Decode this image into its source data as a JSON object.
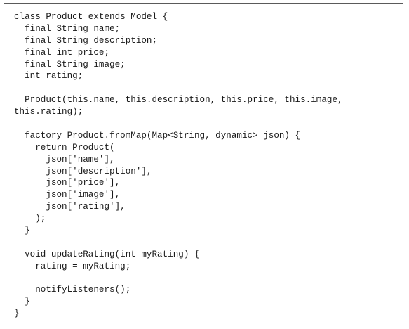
{
  "code_block": {
    "lines": [
      "class Product extends Model {",
      "  final String name;",
      "  final String description;",
      "  final int price;",
      "  final String image;",
      "  int rating;",
      "",
      "  Product(this.name, this.description, this.price, this.image,",
      "this.rating);",
      "",
      "  factory Product.fromMap(Map<String, dynamic> json) {",
      "    return Product(",
      "      json['name'],",
      "      json['description'],",
      "      json['price'],",
      "      json['image'],",
      "      json['rating'],",
      "    );",
      "  }",
      "",
      "  void updateRating(int myRating) {",
      "    rating = myRating;",
      "",
      "    notifyListeners();",
      "  }",
      "}"
    ]
  }
}
